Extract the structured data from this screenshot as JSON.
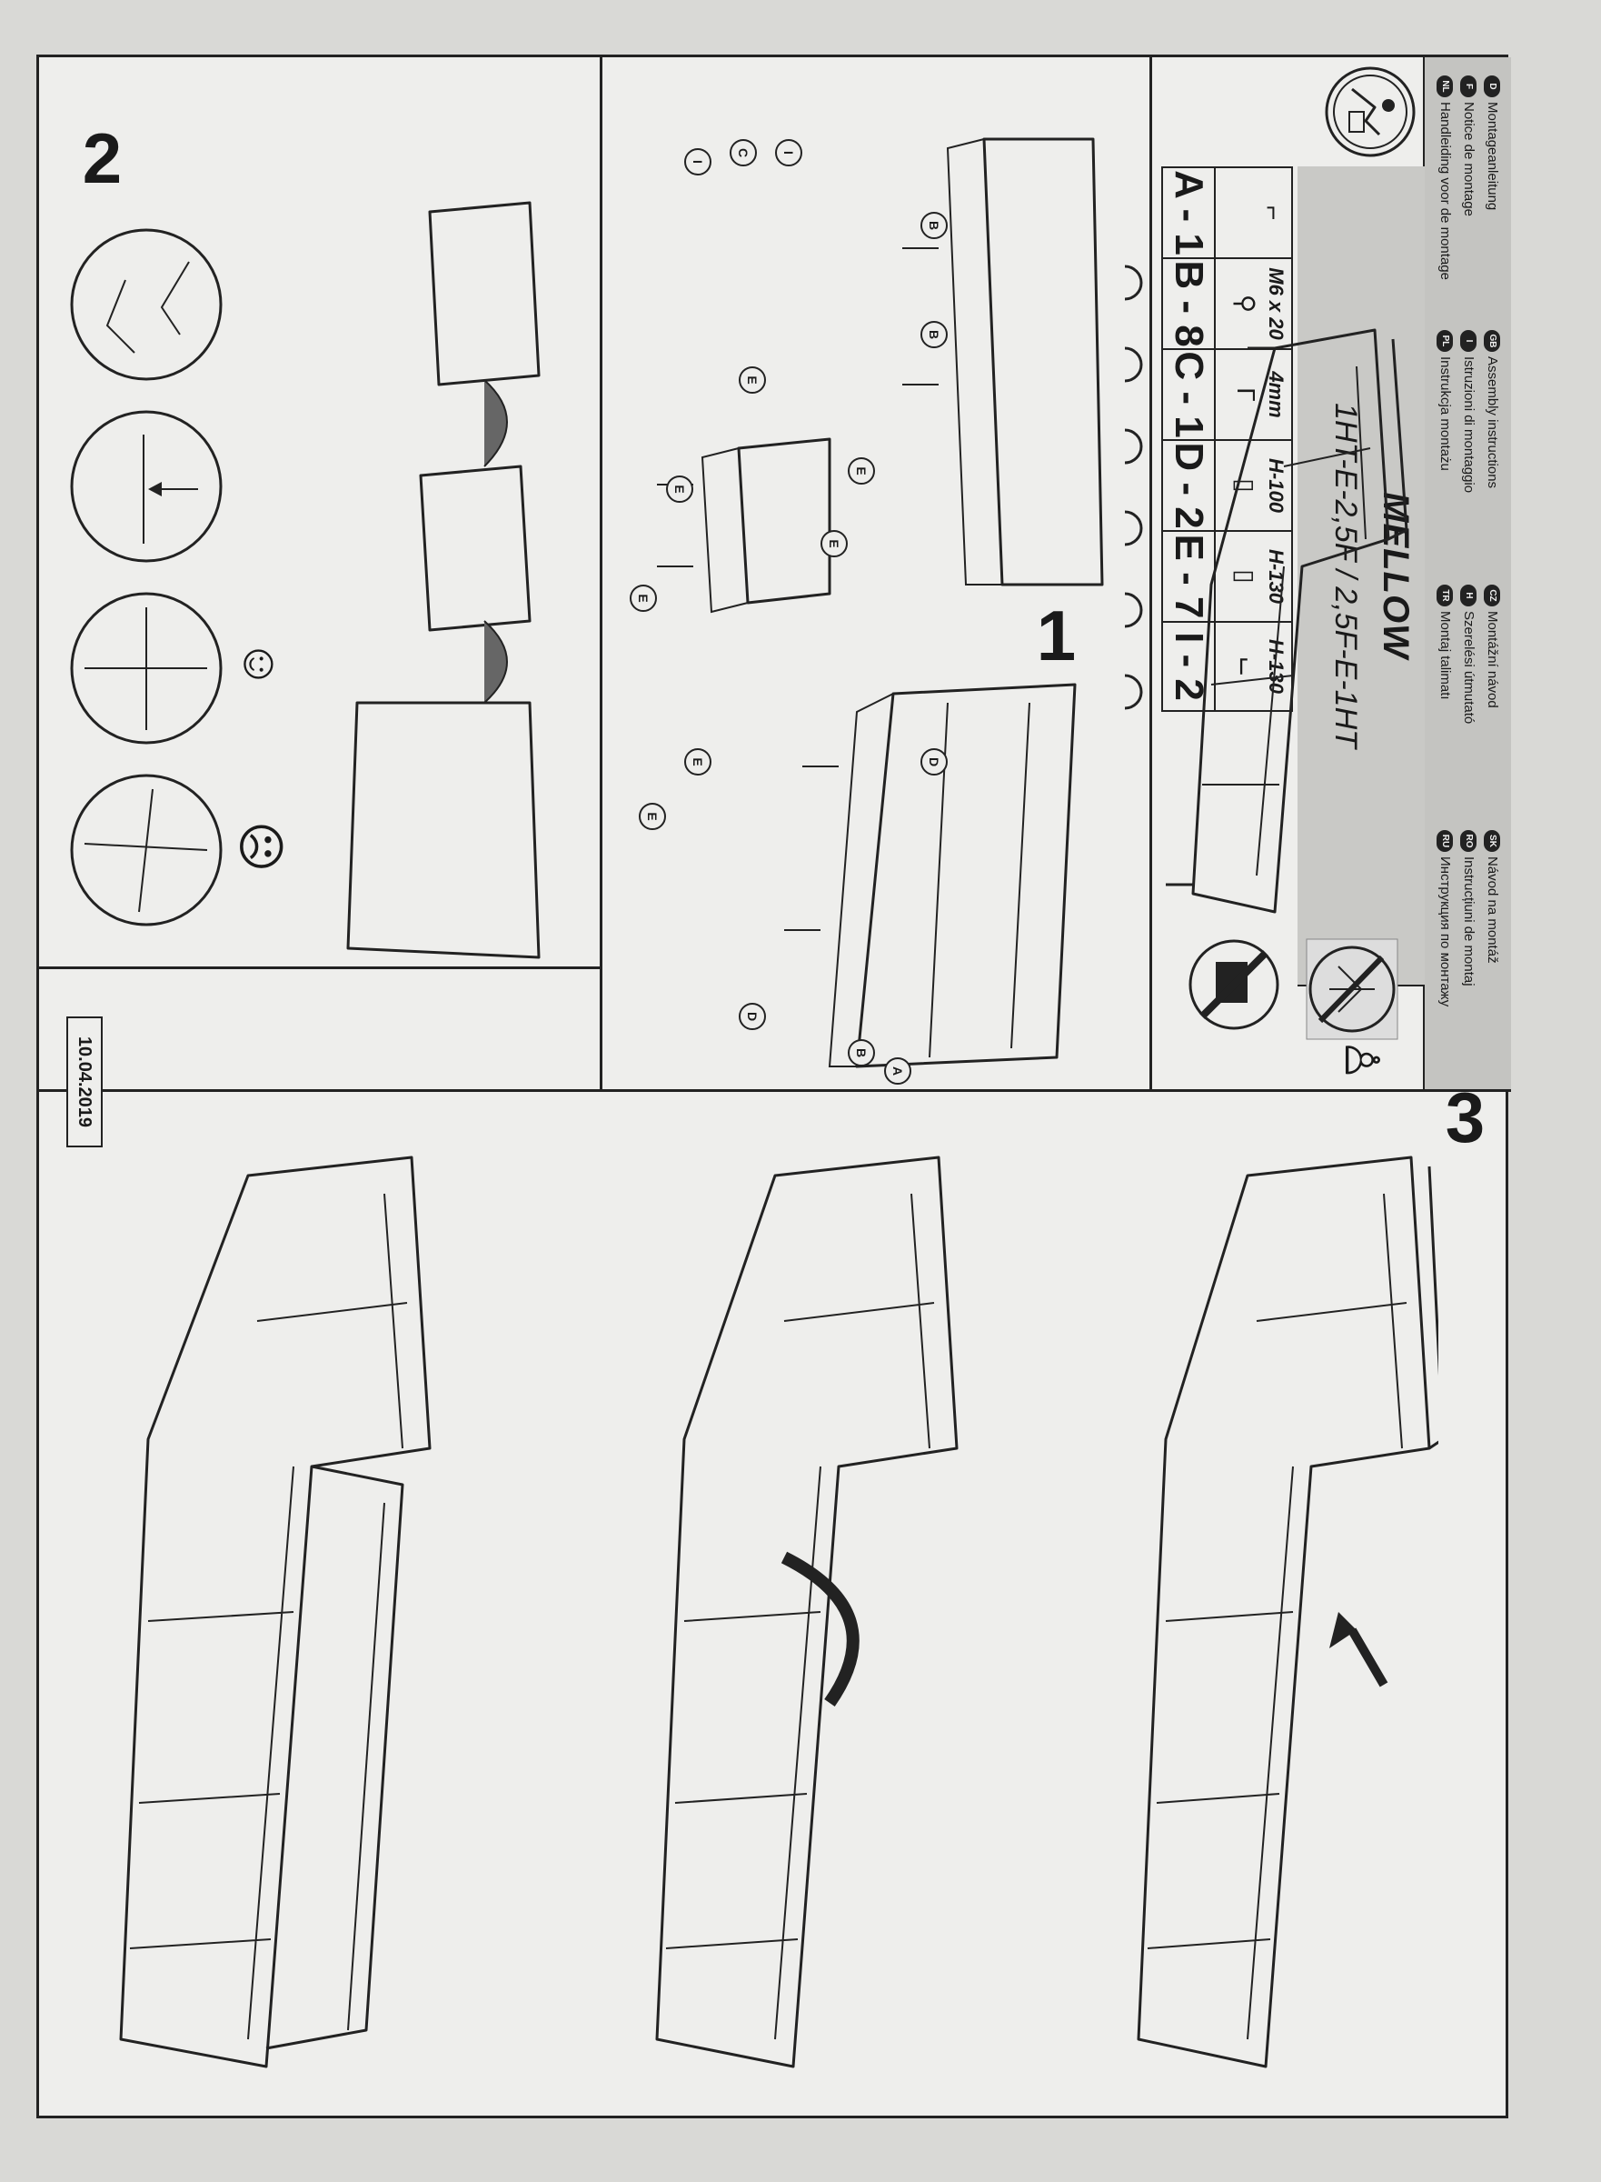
{
  "header": {
    "languages": [
      {
        "code": "D",
        "text": "Montageanleitung"
      },
      {
        "code": "F",
        "text": "Notice de montage"
      },
      {
        "code": "NL",
        "text": "Handleiding voor de montage"
      },
      {
        "code": "GB",
        "text": "Assembly instructions"
      },
      {
        "code": "I",
        "text": "Istruzioni di montaggio"
      },
      {
        "code": "PL",
        "text": "Instrukcja montażu"
      },
      {
        "code": "CZ",
        "text": "Montážní návod"
      },
      {
        "code": "H",
        "text": "Szerelési útmutató"
      },
      {
        "code": "TR",
        "text": "Montaj talimatı"
      },
      {
        "code": "SK",
        "text": "Návod na montáž"
      },
      {
        "code": "RO",
        "text": "Instrucțiuni de montaj"
      },
      {
        "code": "RU",
        "text": "Инструкция по монтажу"
      }
    ]
  },
  "product": {
    "name": "MELLOW",
    "code": "1HT-E-2,5F / 2,5F-E-1HT"
  },
  "parts": [
    {
      "spec": "",
      "glyph": "⌐",
      "qty": "A - 1"
    },
    {
      "spec": "M6 x 20",
      "glyph": "⚲",
      "qty": "B - 8"
    },
    {
      "spec": "4mm",
      "glyph": "Γ",
      "qty": "C - 1"
    },
    {
      "spec": "H-100",
      "glyph": "▯",
      "qty": "D - 2"
    },
    {
      "spec": "H-130",
      "glyph": "▯",
      "qty": "E - 7"
    },
    {
      "spec": "H-130",
      "glyph": "⌙",
      "qty": "I - 2"
    }
  ],
  "callouts": [
    "B",
    "B",
    "E",
    "E",
    "E",
    "E",
    "E",
    "E",
    "E",
    "D",
    "D",
    "B",
    "A",
    "I",
    "C",
    "I"
  ],
  "steps": {
    "one": "1",
    "two": "2",
    "three": "3"
  },
  "date": "10.04.2019",
  "icons": [
    "assembly-person-icon",
    "two-persons-icon",
    "no-sitting-icon",
    "no-lifting-icon",
    "smiley-happy-icon",
    "smiley-sad-icon"
  ]
}
